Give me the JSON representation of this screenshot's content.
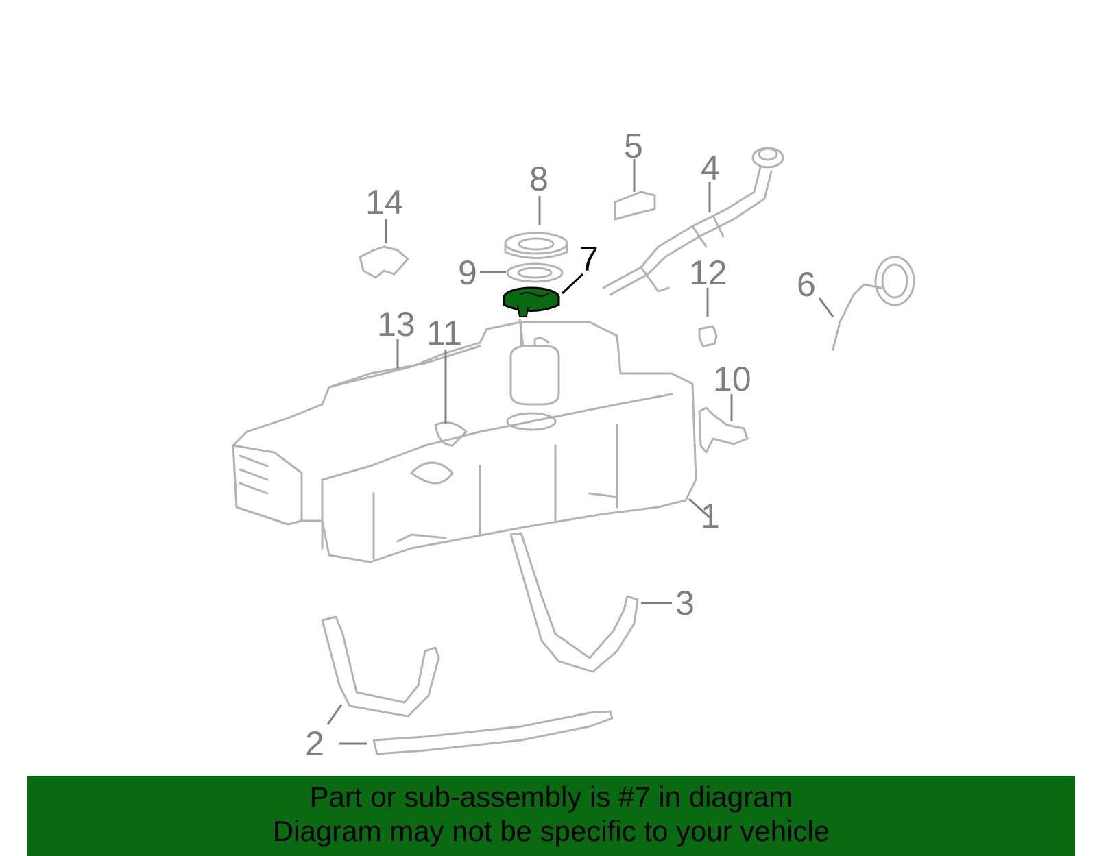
{
  "callouts": [
    {
      "id": "1",
      "label": "1"
    },
    {
      "id": "2",
      "label": "2"
    },
    {
      "id": "3",
      "label": "3"
    },
    {
      "id": "4",
      "label": "4"
    },
    {
      "id": "5",
      "label": "5"
    },
    {
      "id": "6",
      "label": "6"
    },
    {
      "id": "7",
      "label": "7",
      "highlighted": true
    },
    {
      "id": "8",
      "label": "8"
    },
    {
      "id": "9",
      "label": "9"
    },
    {
      "id": "10",
      "label": "10"
    },
    {
      "id": "11",
      "label": "11"
    },
    {
      "id": "12",
      "label": "12"
    },
    {
      "id": "13",
      "label": "13"
    },
    {
      "id": "14",
      "label": "14"
    }
  ],
  "banner": {
    "line1": "Part or sub-assembly is #7 in diagram",
    "line2": "Diagram may not be specific to your vehicle"
  },
  "colors": {
    "banner_bg": "#0a6a12",
    "highlight_part": "#0a6a12",
    "part_outline": "#b3b3b3",
    "callout_text": "#7f7f7f"
  }
}
